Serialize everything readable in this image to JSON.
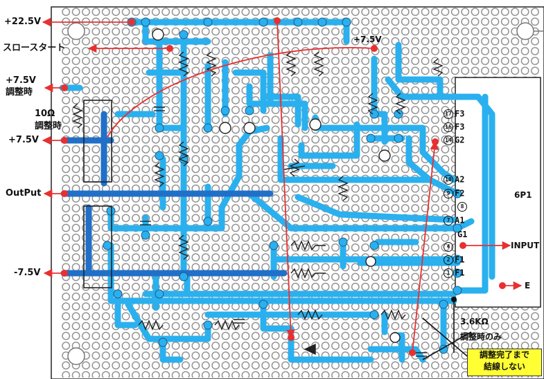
{
  "labels": {
    "v_plus_22_5": "+22.5V",
    "slow_start": "スロースタート",
    "v_plus_7_5_adj_line1": "+7.5V",
    "v_plus_7_5_adj_line2": "調整時",
    "r10_line1": "10Ω",
    "r10_line2": "調整時",
    "v_plus_7_5": "+7.5V",
    "output": "OutPut",
    "v_minus_7_5": "-7.5V",
    "v_plus_7_5_top": "+7.5V",
    "input": "INPUT",
    "earth": "E",
    "socket": "6P1",
    "r36k_line1": "3.6KΩ",
    "r36k_line2": "調整時のみ",
    "note_line1": "調整完了まで",
    "note_line2": "結線しない"
  },
  "pins": [
    {
      "num": "17",
      "name": "F3"
    },
    {
      "num": "16",
      "name": "F3"
    },
    {
      "num": "14",
      "name": "G2"
    },
    {
      "num": "10",
      "name": "A2"
    },
    {
      "num": "9",
      "name": "F2"
    },
    {
      "num": "8",
      "name": ""
    },
    {
      "num": "7",
      "name": "A1"
    },
    {
      "num": "",
      "name": "G1"
    },
    {
      "num": "4",
      "name": ""
    },
    {
      "num": "2",
      "name": "F1"
    },
    {
      "num": "1",
      "name": "F1"
    }
  ],
  "colors": {
    "wire_light": "#2ab0ee",
    "wire_dark": "#2070c8",
    "signal": "#e83030",
    "pad": "#888888",
    "note_bg": "#ffff33"
  }
}
